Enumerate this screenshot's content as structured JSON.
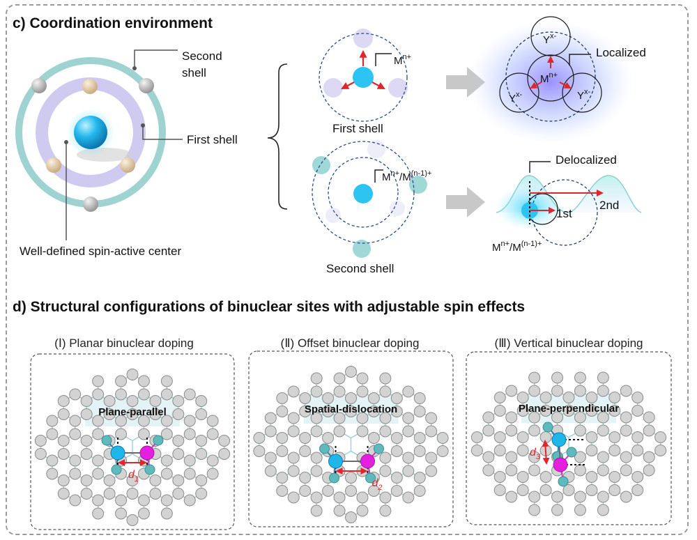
{
  "section_c": {
    "title": "c) Coordination environment",
    "atom": {
      "second_shell_label_line1": "Second",
      "second_shell_label_line2": "shell",
      "first_shell_label": "First shell",
      "center_label": "Well-defined spin-active center"
    },
    "first_shell_panel": {
      "metal": "M",
      "metal_sup": "n+",
      "caption": "First shell"
    },
    "second_shell_panel": {
      "metal_a": "M",
      "metal_a_sup": "n+",
      "slash": "/M",
      "metal_b_sup": "(n-1)+",
      "caption": "Second shell"
    },
    "localized_panel": {
      "label": "Localized",
      "metal": "M",
      "metal_sup": "n+",
      "ligand": "Y",
      "ligand_sup": "x-"
    },
    "delocalized_panel": {
      "label": "Delocalized",
      "first": "1st",
      "second": "2nd",
      "metal_a": "M",
      "metal_a_sup": "n+",
      "slash": "/M",
      "metal_b_sup": "(n-1)+"
    }
  },
  "section_d": {
    "title": "d) Structural configurations of binuclear sites with adjustable spin effects",
    "panels": [
      {
        "heading": "(Ⅰ) Planar binuclear doping",
        "label": "Plane-parallel",
        "d_main": "d",
        "d_sub": "1"
      },
      {
        "heading": "(Ⅱ) Offset binuclear doping",
        "label": "Spatial-dislocation",
        "d_main": "d",
        "d_sub": "2"
      },
      {
        "heading": "(Ⅲ) Vertical binuclear doping",
        "label": "Plane-perpendicular",
        "d_main": "d",
        "d_sub": "3"
      }
    ]
  },
  "colors": {
    "metal_blue": "#1fb6ea",
    "metal_magenta": "#e41fe0",
    "teal": "#5fb9bd",
    "lavender": "#c8c3ef",
    "arrow_red": "#e0262d",
    "carbon_gray": "#d3d3d3"
  }
}
